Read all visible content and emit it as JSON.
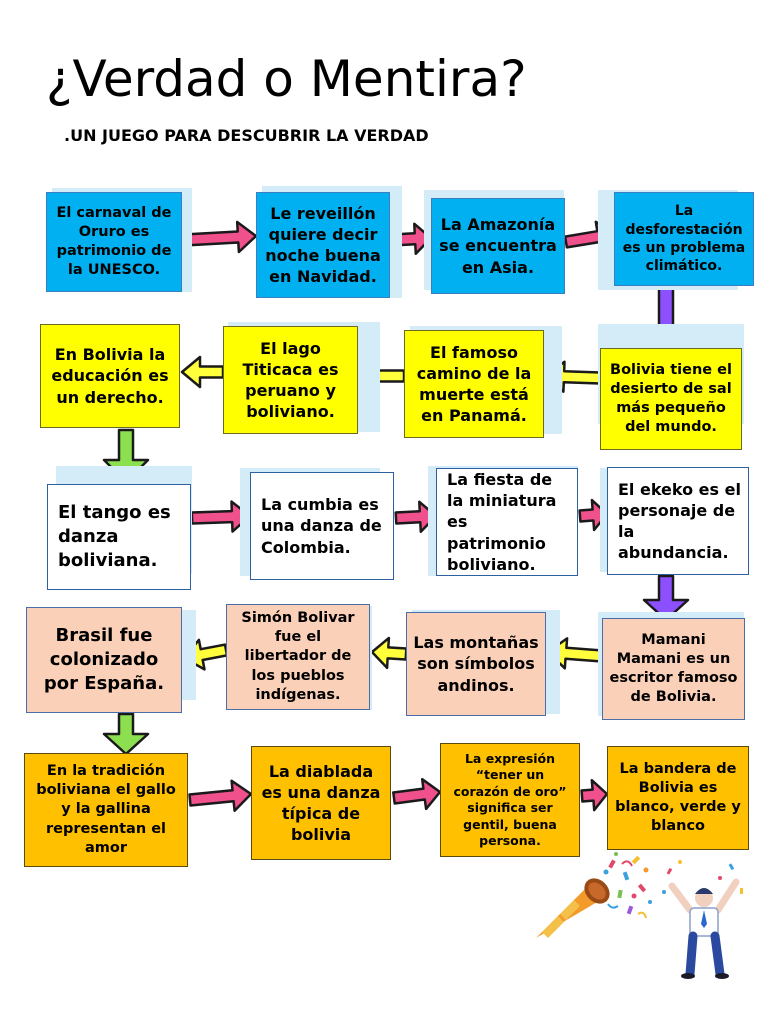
{
  "title": "¿Verdad o Mentira?",
  "subtitle": ".UN JUEGO PARA DESCUBRIR LA VERDAD",
  "boxes": [
    {
      "id": "carnaval-oruro",
      "text": "El carnaval de Oruro es patrimonio de la UNESCO."
    },
    {
      "id": "reveillon",
      "text": "Le reveillón quiere decir noche buena en Navidad."
    },
    {
      "id": "amazonia",
      "text": "La Amazonía se encuentra en Asia."
    },
    {
      "id": "deforestacion",
      "text": "La desforestación es un problema climático."
    },
    {
      "id": "desierto-sal",
      "text": "Bolivia tiene el desierto de sal más pequeño del mundo."
    },
    {
      "id": "camino-muerte",
      "text": "El famoso camino de la muerte está en Panamá."
    },
    {
      "id": "lago-titicaca",
      "text": "El lago Titicaca es peruano y boliviano."
    },
    {
      "id": "educacion",
      "text": "En Bolivia la educación es un derecho."
    },
    {
      "id": "tango",
      "text": "El tango es danza boliviana."
    },
    {
      "id": "cumbia",
      "text": "La cumbia es una danza de Colombia."
    },
    {
      "id": "miniatura",
      "text": "La fiesta de la miniatura es patrimonio boliviano."
    },
    {
      "id": "ekeko",
      "text": "El ekeko es el personaje de la abundancia."
    },
    {
      "id": "mamani",
      "text": "Mamani Mamani es un escritor famoso de Bolivia."
    },
    {
      "id": "montanas",
      "text": "Las montañas son símbolos andinos."
    },
    {
      "id": "simon-bolivar",
      "text": "Simón Bolivar fue el libertador de los pueblos indígenas."
    },
    {
      "id": "brasil",
      "text": "Brasil fue colonizado por España."
    },
    {
      "id": "gallo-gallina",
      "text": "En la tradición boliviana el gallo y la gallina representan el amor"
    },
    {
      "id": "diablada",
      "text": "La diablada es una danza típica de bolivia"
    },
    {
      "id": "corazon-oro",
      "text": "La expresión “tener un corazón de oro” significa ser gentil, buena persona."
    },
    {
      "id": "bandera",
      "text": "La bandera de Bolivia es blanco, verde y blanco"
    }
  ],
  "colors": {
    "blue_box": "#00b0f0",
    "yellow_box": "#ffff00",
    "white_box": "#ffffff",
    "peach_box": "#fbd0b8",
    "orange_box": "#ffc000",
    "pink_arrow": "#f0508c",
    "yellow_arrow": "#ffff3c",
    "purple_arrow": "#8c50ff",
    "green_arrow": "#8ce050"
  }
}
